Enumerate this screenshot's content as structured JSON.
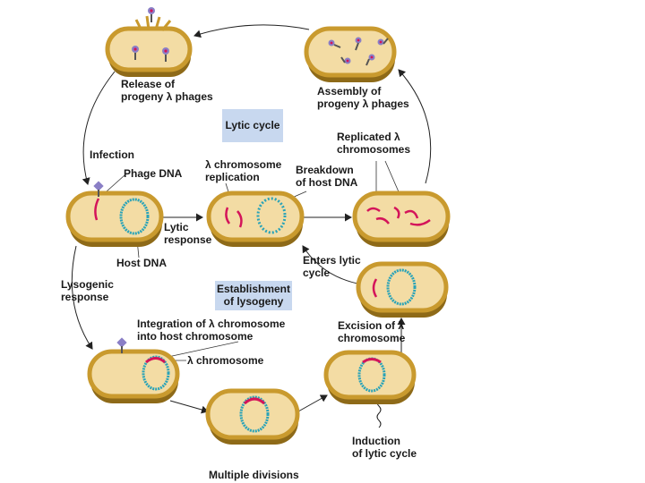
{
  "colors": {
    "cell_fill": "#f3dca4",
    "cell_rim": "#c99a2e",
    "cell_shadow": "#8e6a18",
    "phage_dna": "#d4145a",
    "host_dna": "#2aa3b8",
    "phage_head": "#8a7fc6",
    "box_fill": "#c8d8ef",
    "arrow": "#222222"
  },
  "labels": {
    "release": [
      "Release of",
      "progeny λ phages"
    ],
    "assembly": [
      "Assembly of",
      "progeny λ phages"
    ],
    "replicated": [
      "Replicated λ",
      "chromosomes"
    ],
    "infection": "Infection",
    "phage_dna": "Phage DNA",
    "chrom_replication": [
      "λ chromosome",
      "replication"
    ],
    "breakdown": [
      "Breakdown",
      "of host DNA"
    ],
    "lytic_response": [
      "Lytic",
      "response"
    ],
    "host_dna": "Host DNA",
    "enters_lytic": [
      "Enters lytic",
      "cycle"
    ],
    "lysogenic_response": [
      "Lysogenic",
      "response"
    ],
    "integration": [
      "Integration of λ chromosome",
      "into host chromosome"
    ],
    "excision": [
      "Excision of λ",
      "chromosome"
    ],
    "lambda_chrom": "λ chromosome",
    "multiple_divisions": "Multiple divisions",
    "induction": [
      "Induction",
      "of lytic cycle"
    ]
  },
  "boxes": {
    "lytic_cycle": [
      "Lytic cycle"
    ],
    "lysogeny": [
      "Establishment",
      "of lysogeny"
    ]
  }
}
